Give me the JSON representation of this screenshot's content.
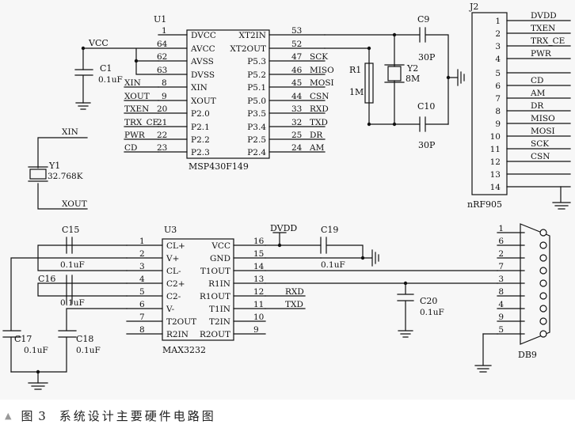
{
  "caption": {
    "marker": "▲",
    "figure": "图 3",
    "title": "系统设计主要硬件电路图"
  },
  "u1": {
    "ref": "U1",
    "part": "MSP430F149",
    "left_pins": [
      {
        "num": "1",
        "name": "DVCC"
      },
      {
        "num": "64",
        "name": "AVCC"
      },
      {
        "num": "62",
        "name": "AVSS"
      },
      {
        "num": "63",
        "name": "DVSS"
      },
      {
        "num": "8",
        "name": "XIN"
      },
      {
        "num": "9",
        "name": "XOUT"
      },
      {
        "num": "20",
        "name": "P2.0"
      },
      {
        "num": "21",
        "name": "P2.1"
      },
      {
        "num": "22",
        "name": "P2.2"
      },
      {
        "num": "23",
        "name": "P2.3"
      }
    ],
    "right_pins": [
      {
        "num": "53",
        "name": "XT2IN"
      },
      {
        "num": "52",
        "name": "XT2OUT"
      },
      {
        "num": "47",
        "name": "P5.3",
        "net": "SCK"
      },
      {
        "num": "46",
        "name": "P5.2",
        "net": "MISO"
      },
      {
        "num": "45",
        "name": "P5.1",
        "net": "MOSI"
      },
      {
        "num": "44",
        "name": "P5.0",
        "net": "CSN"
      },
      {
        "num": "33",
        "name": "P3.5",
        "net": "RXD"
      },
      {
        "num": "32",
        "name": "P3.4",
        "net": "TXD"
      },
      {
        "num": "25",
        "name": "P2.5",
        "net": "DR"
      },
      {
        "num": "24",
        "name": "P2.4",
        "net": "AM"
      }
    ],
    "left_nets": [
      "XIN",
      "XOUT",
      "TXEN",
      "TRX_CE",
      "PWR",
      "CD"
    ]
  },
  "vcc_label": "VCC",
  "c1": {
    "ref": "C1",
    "value": "0.1uF"
  },
  "y1": {
    "ref": "Y1",
    "value": "32.768K",
    "net_top": "XIN",
    "net_bottom": "XOUT"
  },
  "r1": {
    "ref": "R1",
    "value": "1M"
  },
  "y2": {
    "ref": "Y2",
    "value": "8M"
  },
  "c9": {
    "ref": "C9",
    "value": "30P"
  },
  "c10": {
    "ref": "C10",
    "value": "30P"
  },
  "j2": {
    "ref": "J2",
    "part": "nRF905",
    "pins": [
      {
        "num": "1",
        "net": "DVDD"
      },
      {
        "num": "2",
        "net": "TXEN"
      },
      {
        "num": "3",
        "net": "TRX_CE"
      },
      {
        "num": "4",
        "net": "PWR"
      },
      {
        "num": "5",
        "net": ""
      },
      {
        "num": "6",
        "net": "CD"
      },
      {
        "num": "7",
        "net": "AM"
      },
      {
        "num": "8",
        "net": "DR"
      },
      {
        "num": "9",
        "net": "MISO"
      },
      {
        "num": "10",
        "net": "MOSI"
      },
      {
        "num": "11",
        "net": "SCK"
      },
      {
        "num": "12",
        "net": "CSN"
      },
      {
        "num": "13",
        "net": ""
      },
      {
        "num": "14",
        "net": ""
      }
    ]
  },
  "u3": {
    "ref": "U3",
    "part": "MAX3232",
    "left_pins": [
      {
        "num": "1",
        "name": "CL+"
      },
      {
        "num": "2",
        "name": "V+"
      },
      {
        "num": "3",
        "name": "CL-"
      },
      {
        "num": "4",
        "name": "C2+"
      },
      {
        "num": "5",
        "name": "C2-"
      },
      {
        "num": "6",
        "name": "V-"
      },
      {
        "num": "7",
        "name": "T2OUT"
      },
      {
        "num": "8",
        "name": "R2IN"
      }
    ],
    "right_pins": [
      {
        "num": "16",
        "name": "VCC"
      },
      {
        "num": "15",
        "name": "GND"
      },
      {
        "num": "14",
        "name": "T1OUT"
      },
      {
        "num": "13",
        "name": "R1IN"
      },
      {
        "num": "12",
        "name": "R1OUT",
        "net": "RXD"
      },
      {
        "num": "11",
        "name": "T1IN",
        "net": "TXD"
      },
      {
        "num": "10",
        "name": "T2IN"
      },
      {
        "num": "9",
        "name": "R2OUT"
      }
    ]
  },
  "dvdd_label": "DVDD",
  "c15": {
    "ref": "C15",
    "value": "0.1uF"
  },
  "c16": {
    "ref": "C16",
    "value": "0.1uF"
  },
  "c17": {
    "ref": "C17",
    "value": "0.1uF"
  },
  "c18": {
    "ref": "C18",
    "value": "0.1uF"
  },
  "c19": {
    "ref": "C19",
    "value": "0.1uF"
  },
  "c20": {
    "ref": "C20",
    "value": "0.1uF"
  },
  "db9": {
    "ref": "DB9",
    "pins": [
      "1",
      "6",
      "2",
      "7",
      "3",
      "8",
      "4",
      "9",
      "5"
    ]
  }
}
